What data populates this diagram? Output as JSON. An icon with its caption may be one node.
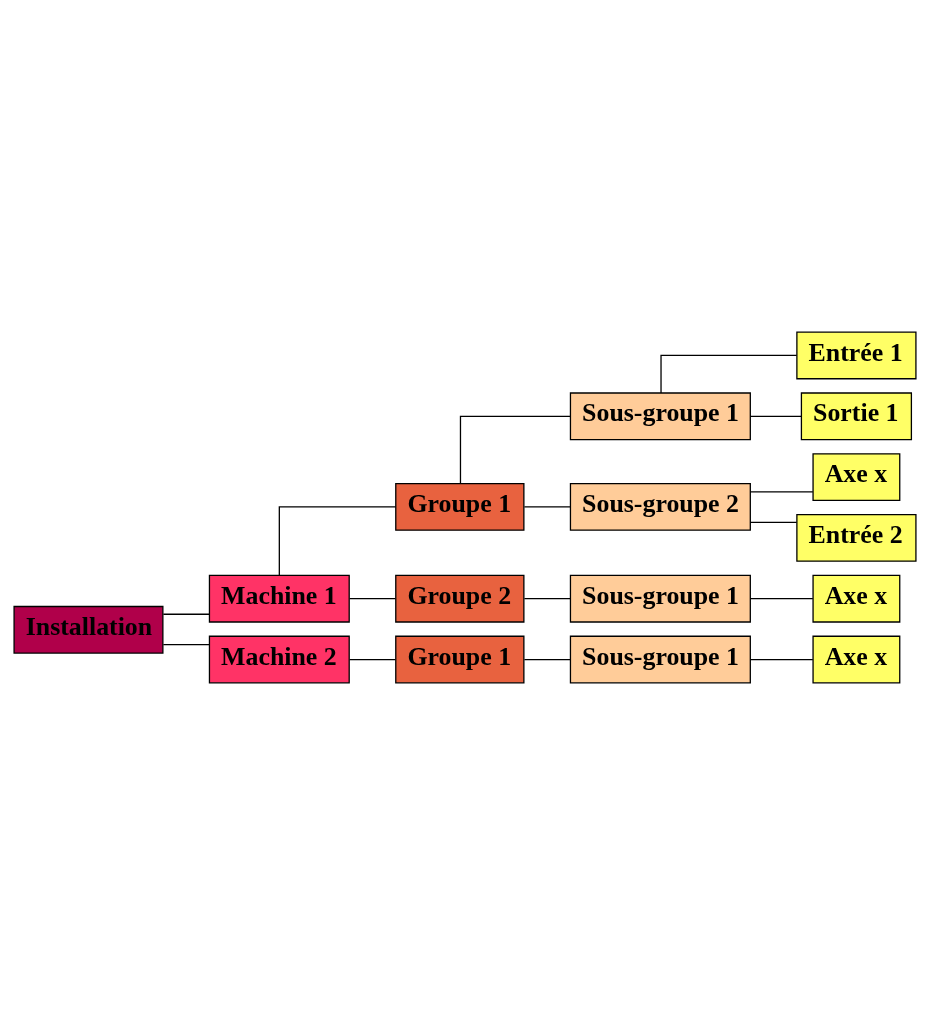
{
  "diagram": {
    "nodes": [
      {
        "text": [
          "Installation"
        ]
      },
      {
        "text": [
          "Machine 1"
        ]
      },
      {
        "text": [
          "Groupe 1"
        ]
      },
      {
        "text": [
          "Sous-groupe 1"
        ]
      },
      {
        "text": [
          "Entrée 1"
        ]
      },
      {
        "text": [
          "Sortie 1"
        ]
      },
      {
        "text": [
          "Sous-groupe 2"
        ]
      },
      {
        "text": [
          "Axe x"
        ]
      },
      {
        "text": [
          "Entrée 2"
        ]
      },
      {
        "text": [
          "Groupe 2"
        ]
      },
      {
        "text": [
          "Sous-groupe 1"
        ]
      },
      {
        "text": [
          "Axe x"
        ]
      },
      {
        "text": [
          "Machine 2"
        ]
      },
      {
        "text": [
          "Groupe 1"
        ]
      },
      {
        "text": [
          "Sous-groupe 1"
        ]
      },
      {
        "text": [
          "Axe x"
        ]
      }
    ],
    "edges": [
      {
        "from": 0,
        "to": 1,
        "arrow": "none"
      },
      {
        "from": 1,
        "to": 2,
        "arrow": "none"
      },
      {
        "from": 2,
        "to": 3,
        "arrow": "none"
      },
      {
        "from": 3,
        "to": 4,
        "arrow": "none"
      },
      {
        "from": 3,
        "to": 5,
        "arrow": "none"
      },
      {
        "from": 2,
        "to": 6,
        "arrow": "none"
      },
      {
        "from": 6,
        "to": 7,
        "arrow": "none"
      },
      {
        "from": 6,
        "to": 8,
        "arrow": "none"
      },
      {
        "from": 1,
        "to": 9,
        "arrow": "none"
      },
      {
        "from": 9,
        "to": 10,
        "arrow": "none"
      },
      {
        "from": 10,
        "to": 11,
        "arrow": "none"
      },
      {
        "from": 0,
        "to": 12,
        "arrow": "none"
      },
      {
        "from": 12,
        "to": 13,
        "arrow": "none"
      },
      {
        "from": 13,
        "to": 14,
        "arrow": "none"
      },
      {
        "from": 14,
        "to": 15,
        "arrow": "none"
      }
    ]
  }
}
